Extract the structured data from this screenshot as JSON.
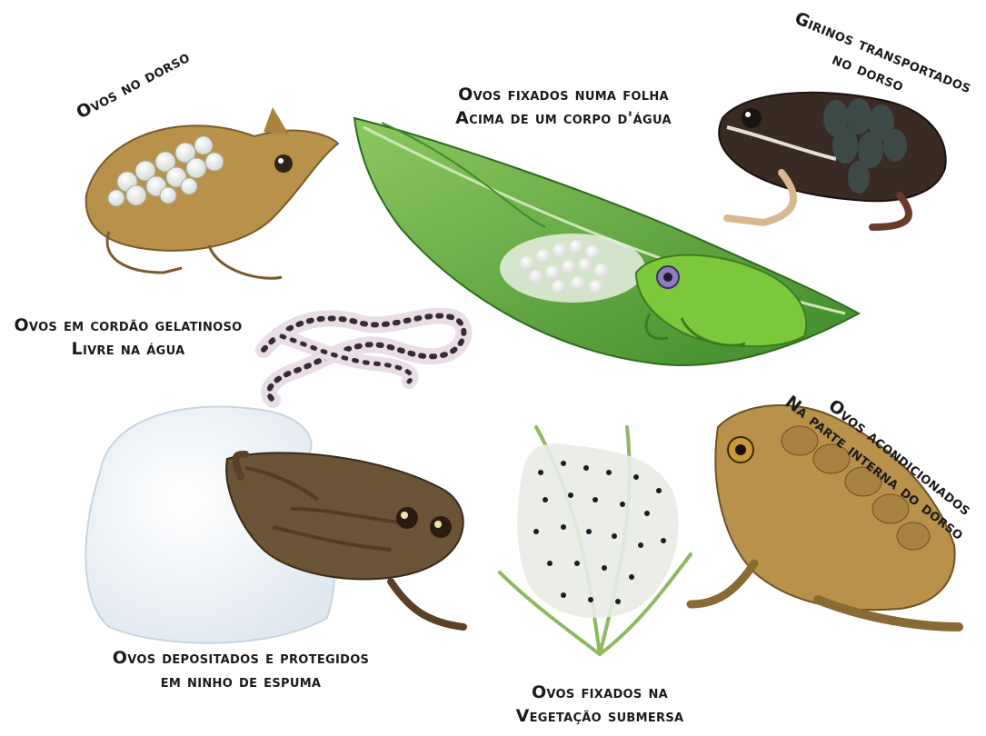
{
  "labels": {
    "dorsal_eggs": [
      "Ovos no dorso"
    ],
    "leaf_eggs": [
      "Ovos fixados numa folha",
      "Acima de um corpo d'água"
    ],
    "transported_tadpoles": [
      "Girinos transportados",
      "no dorso"
    ],
    "gelatinous_string": [
      "Ovos em cordão gelatinoso",
      "Livre na água"
    ],
    "foam_nest": [
      "Ovos depositados e protegidos",
      "em ninho de espuma"
    ],
    "submerged_vegetation": [
      "Ovos fixados na",
      "Vegetação submersa"
    ],
    "internal_dorsal": [
      "Ovos acondicionados",
      "Na parte interna do dorso"
    ]
  },
  "colors": {
    "frog_brown": "#b8924a",
    "leaf_green": "#5a9e3a",
    "tree_frog_green": "#7cc83a",
    "eggs_white": "#f2f2ee",
    "foam": "#eef3f8",
    "dark_frog": "#3a2a24"
  }
}
